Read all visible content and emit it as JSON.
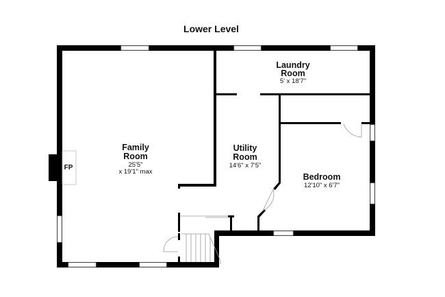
{
  "title": "Lower Level",
  "rooms": {
    "family": {
      "name_line1": "Family",
      "name_line2": "Room",
      "dim_line1": "25'5\"",
      "dim_line2": "x 19'1\" max"
    },
    "laundry": {
      "name_line1": "Laundry",
      "name_line2": "Room",
      "dim": "5' x 18'7\""
    },
    "utility": {
      "name_line1": "Utility",
      "name_line2": "Room",
      "dim": "14'6\" x 7'5\""
    },
    "bedroom": {
      "name": "Bedroom",
      "dim": "12'10\" x 6'7\""
    }
  },
  "fireplace_label": "FP"
}
